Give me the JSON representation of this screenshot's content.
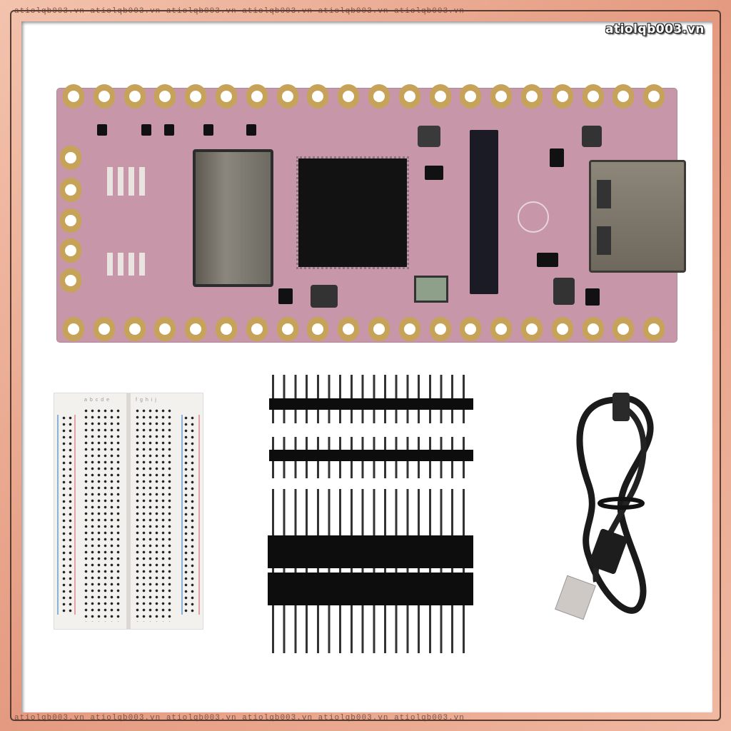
{
  "watermark": {
    "corner_text": "atiolqb003.vn",
    "border_text_top": "atiolqb003.vn   atiolqb003.vn   atiolqb003.vn   atiolqb003.vn   atiolqb003.vn   atiolqb003.vn",
    "border_text_bottom": "atiolqb003.vn   atiolqb003.vn   atiolqb003.vn   atiolqb003.vn   atiolqb003.vn   atiolqb003.vn"
  },
  "product": {
    "items": [
      {
        "name": "development-board",
        "color": "#c797a9",
        "pads_color": "#c7a35a"
      },
      {
        "name": "mini-breadboard"
      },
      {
        "name": "male-pin-headers-short",
        "count": 2
      },
      {
        "name": "male-pin-headers-long",
        "count": 2
      },
      {
        "name": "usb-a-to-usb-c-cable",
        "color": "#1a1a1a"
      }
    ]
  },
  "breadboard": {
    "labels_left": "abcde",
    "labels_right": "fghij"
  },
  "colors": {
    "frame": "#e49a80",
    "background": "#ffffff",
    "pcb": "#c797a9",
    "gold": "#c7a35a"
  }
}
